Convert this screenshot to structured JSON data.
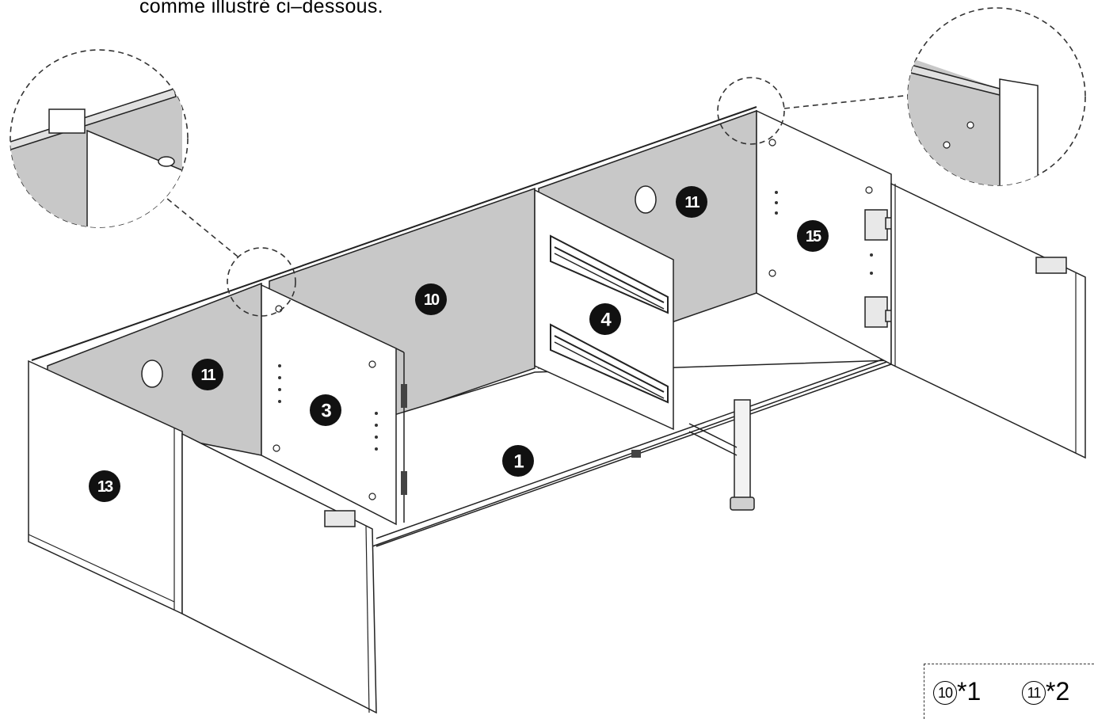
{
  "instruction": "comme illustré ci–dessous.",
  "part_labels": {
    "p1": "1",
    "p3": "3",
    "p4": "4",
    "p10": "10",
    "p11_left": "11",
    "p11_right": "11",
    "p13": "13",
    "p15": "15"
  },
  "quantities": [
    {
      "part": "10",
      "count": "*1"
    },
    {
      "part": "11",
      "count": "*2"
    }
  ]
}
